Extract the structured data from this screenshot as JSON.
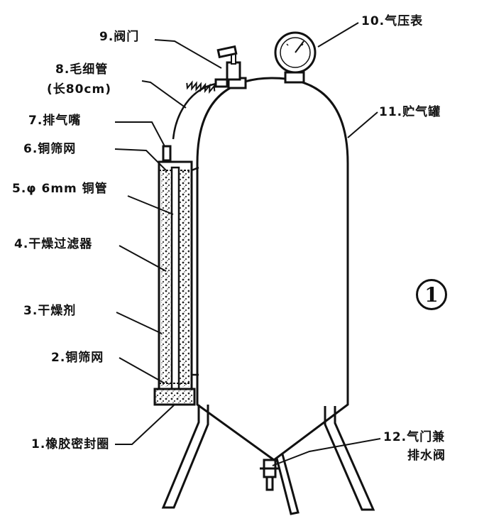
{
  "labels": {
    "valve": "9.阀门",
    "gauge": "10.气压表",
    "capillary": "8.毛细管",
    "capillary_len": "(长80cm)",
    "vent": "7.排气嘴",
    "tank": "11.贮气罐",
    "mesh_top": "6.铜筛网",
    "copper_tube": "5.φ 6mm 铜管",
    "filter": "4.干燥过滤器",
    "desiccant": "3.干燥剂",
    "mesh_bottom": "2.铜筛网",
    "seal": "1.橡胶密封圈",
    "drain": "12.气门兼",
    "drain2": "排水阀"
  },
  "figure_number": "1",
  "colors": {
    "ink": "#111111",
    "paper": "#ffffff"
  }
}
